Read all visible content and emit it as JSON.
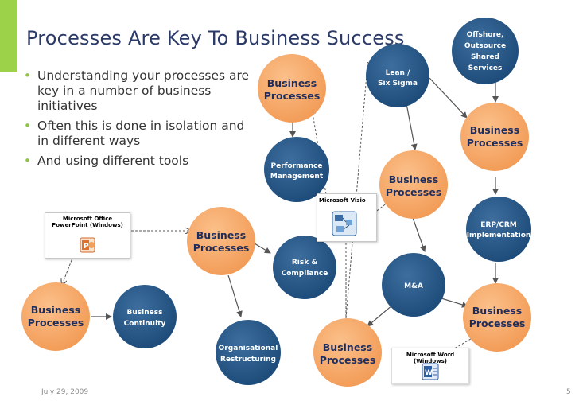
{
  "slide": {
    "title": "Processes Are Key To Business Success",
    "bullets": [
      "Understanding your processes are key in a number of business initiatives",
      "Often this is done in isolation and in different ways",
      "And using different tools"
    ],
    "date": "July 29, 2009",
    "page_number": "5"
  },
  "diagram": {
    "colors": {
      "orange": "#f5a05e",
      "blue": "#1f4e79",
      "connector": "#555555"
    },
    "nodes": {
      "bp1": [
        "Business",
        "Processes"
      ],
      "bp2": [
        "Business",
        "Processes"
      ],
      "bp3": [
        "Business",
        "Processes"
      ],
      "bp4": [
        "Business",
        "Processes"
      ],
      "bp5": [
        "Business",
        "Processes"
      ],
      "bp6": [
        "Business",
        "Processes"
      ],
      "bp7": [
        "Business",
        "Processes"
      ],
      "performance": [
        "Performance",
        "Management"
      ],
      "lean": [
        "Lean /",
        "Six Sigma"
      ],
      "offshore": [
        "Offshore,",
        "Outsource",
        "Shared",
        "Services"
      ],
      "continuity": [
        "Business",
        "Continuity"
      ],
      "risk": [
        "Risk &",
        "Compliance"
      ],
      "erp": [
        "ERP/CRM",
        "Implementation"
      ],
      "ma": [
        "M&A"
      ],
      "org": [
        "Organisational",
        "Restructuring"
      ]
    },
    "tools": {
      "powerpoint": "Microsoft Office PowerPoint (Windows)",
      "visio": "Microsoft Visio",
      "word": "Microsoft Word (Windows)"
    }
  }
}
